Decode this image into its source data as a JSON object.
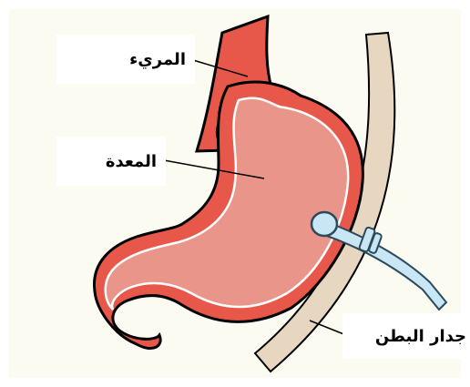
{
  "labels": {
    "esophagus": "المريء",
    "stomach": "المعدة",
    "abdominal_wall": "جدار البطن"
  },
  "colors": {
    "esophagus_fill": "#e8584a",
    "stomach_fill": "#e9958a",
    "stomach_inner_line": "#ffffff",
    "abdominal_wall_fill": "#e8d7c0",
    "tube_fill": "#c9e6f4",
    "tube_outline": "#2b4a5c",
    "outline": "#000000",
    "background": "#fbfbf2"
  },
  "icons": {
    "gastrostomy_port": "gastrostomy-port-icon"
  }
}
